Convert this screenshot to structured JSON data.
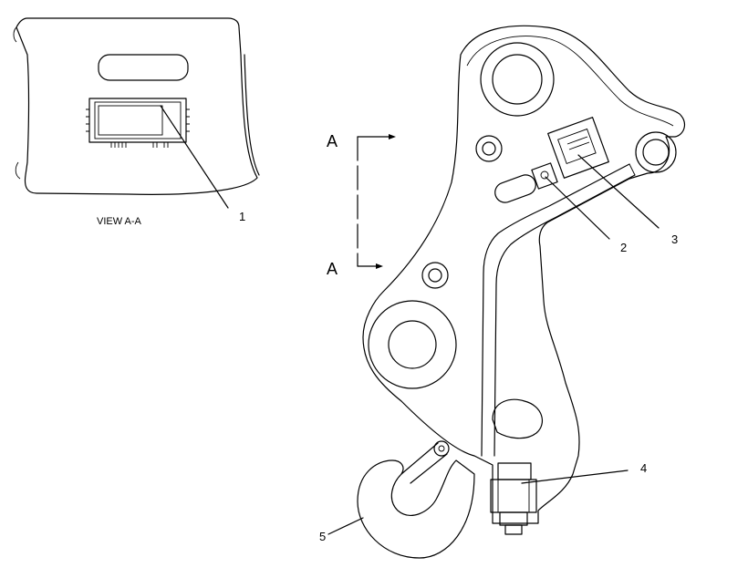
{
  "view_label": "VIEW A-A",
  "section_marker": "A",
  "callouts": [
    "1",
    "2",
    "3",
    "4",
    "5"
  ]
}
